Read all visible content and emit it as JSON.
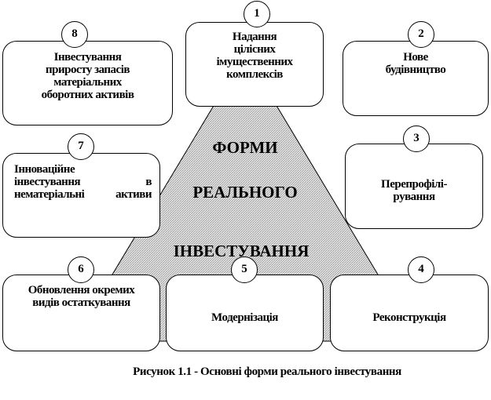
{
  "center_title": [
    "ФОРМИ",
    "РЕАЛЬНОГО",
    "ІНВЕСТУВАННЯ"
  ],
  "forms": [
    {
      "number": "1",
      "lines": [
        "Надання",
        "цілісних",
        "імущественних",
        "комплексів"
      ]
    },
    {
      "number": "2",
      "lines": [
        "Нове",
        "будівництво"
      ]
    },
    {
      "number": "3",
      "lines": [
        "Перепрофілі-",
        "рування"
      ]
    },
    {
      "number": "4",
      "lines": [
        "Реконструкція"
      ]
    },
    {
      "number": "5",
      "lines": [
        "Модернізація"
      ]
    },
    {
      "number": "6",
      "lines": [
        "Обновлення окремих",
        "видів остаткування"
      ]
    },
    {
      "number": "7",
      "lines": [
        "Інноваційне",
        "інвестування в",
        "нематеріальні активи"
      ]
    },
    {
      "number": "8",
      "lines": [
        "Інвестування",
        "приросту запасів",
        "матеріальних",
        "оборотних активів"
      ]
    }
  ],
  "caption": "Рисунок 1.1 - Основні форми реального інвестування",
  "colors": {
    "triangle_fill": "#c8c8c8",
    "stroke": "#000000"
  }
}
